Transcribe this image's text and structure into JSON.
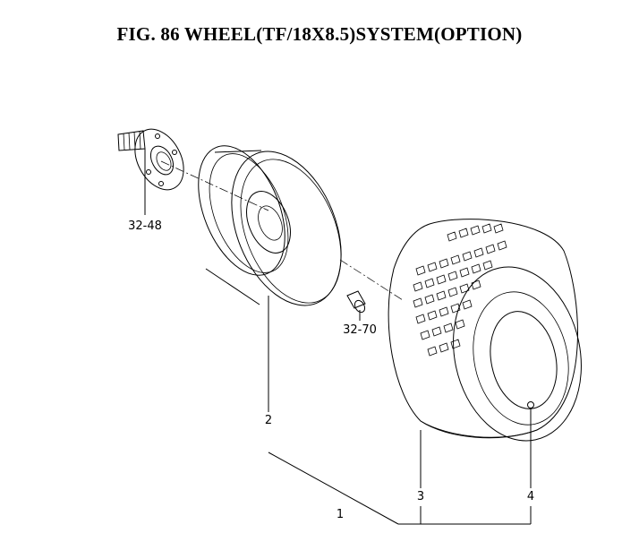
{
  "title": "FIG. 86  WHEEL(TF/18X8.5)SYSTEM(OPTION)",
  "callouts": {
    "p1": "1",
    "p2": "2",
    "p3": "3",
    "p4": "4",
    "p3248": "32-48",
    "p3270": "32-70"
  },
  "parts": [
    {
      "ref": "32-48",
      "name": "axle-hub"
    },
    {
      "ref": "2",
      "name": "rim"
    },
    {
      "ref": "32-70",
      "name": "lug-nut"
    },
    {
      "ref": "3",
      "name": "tire"
    },
    {
      "ref": "4",
      "name": "valve"
    },
    {
      "ref": "1",
      "name": "wheel-assembly"
    }
  ],
  "colors": {
    "line": "#000000",
    "background": "#ffffff"
  }
}
